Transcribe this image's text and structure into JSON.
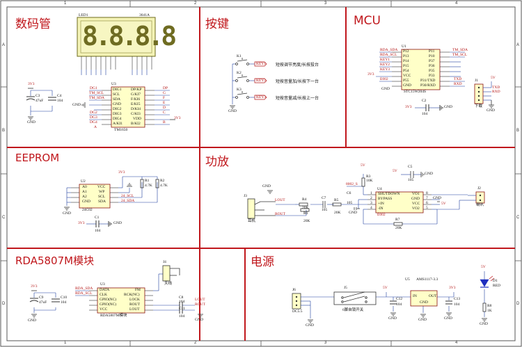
{
  "border": {
    "cols": [
      "1",
      "2",
      "3",
      "4"
    ],
    "rows": [
      "A",
      "B",
      "C",
      "D"
    ]
  },
  "sections": {
    "display": "数码管",
    "keys": "按键",
    "mcu": "MCU",
    "eeprom": "EEPROM",
    "amp": "功放",
    "radio": "RDA5807M模块",
    "power": "电源"
  },
  "display": {
    "led_ref": "LED1",
    "led_part": "3641A",
    "digits": "8.8.8.8",
    "u3_ref": "U3",
    "u3_part": "TM1650",
    "u3_left_pins": [
      "DIG1",
      "SCL",
      "SDA",
      "GND",
      "DIG2",
      "DIG3",
      "DIG4",
      "A/KI1"
    ],
    "u3_right_pins": [
      "DP/KP",
      "G/KI7",
      "F/KI6",
      "E/KI5",
      "D/KI4",
      "C/KI3",
      "VDD",
      "B/KI2"
    ],
    "left_nets": [
      "DG1",
      "TM_SCL",
      "TM_SDA",
      "GND",
      "DG2",
      "DG3",
      "DG4",
      "A"
    ],
    "right_nets": [
      "DP",
      "G",
      "F",
      "E",
      "D",
      "C",
      "3V3",
      "B"
    ],
    "c3_ref": "C3",
    "c3_val": "47uF",
    "c4_ref": "C4",
    "c4_val": "104",
    "vcc": "3V3",
    "gnd": "GND"
  },
  "keys": {
    "items": [
      {
        "ref": "K1",
        "net": "KEY1",
        "desc": "短按调节亮度/长按投台"
      },
      {
        "ref": "K2",
        "net": "KEY2",
        "desc": "短按音量加/长按下一台"
      },
      {
        "ref": "K3",
        "net": "KEY3",
        "desc": "短按音量减/长按上一台"
      }
    ],
    "gnd": "GND"
  },
  "mcu": {
    "ref": "U1",
    "part": "STC15W204S",
    "left_pins": [
      "P12",
      "P13",
      "P14",
      "P15",
      "P54",
      "VCC",
      "P55",
      "GND"
    ],
    "right_pins": [
      "P11",
      "P10",
      "P37",
      "P36",
      "P35",
      "P33",
      "P31/TXD",
      "P30/RXD"
    ],
    "left_nets": [
      "RDA_SDA",
      "RDA_SCL",
      "KEY1",
      "KEY2",
      "KEY3",
      "3V3",
      "E002",
      "GND"
    ],
    "right_nets": [
      "TM_SDA",
      "TM_SCL",
      "",
      "",
      "",
      "",
      "TXD",
      "RXD"
    ],
    "c2_ref": "C2",
    "c2_val": "104",
    "j1_ref": "J1",
    "j1_label": "下载",
    "j1_nets": [
      "5V",
      "TXD",
      "RXD",
      "GND"
    ]
  },
  "eeprom": {
    "ref": "U2",
    "part": "24C02",
    "left_pins": [
      "A0",
      "A1",
      "A2",
      "GND"
    ],
    "right_pins": [
      "VCC",
      "WP",
      "SCL",
      "SDA"
    ],
    "r1_ref": "R1",
    "r1_val": "4.7K",
    "r2_ref": "R2",
    "r2_val": "4.7K",
    "c1_ref": "C1",
    "c1_val": "104",
    "nets": [
      "3V3",
      "24_SCL",
      "24_SDA",
      "GND"
    ]
  },
  "amp": {
    "u4_ref": "U4",
    "u4_left_pins": [
      "SHUTDOWN",
      "BYPASS",
      "+IN",
      "-IN"
    ],
    "u4_right_pins": [
      "VO1",
      "GND",
      "VCC",
      "VO2"
    ],
    "u4_nums_left": [
      "1",
      "2",
      "3",
      "4"
    ],
    "u4_nums_right": [
      "8",
      "7",
      "6",
      "5"
    ],
    "j3_ref": "J3",
    "j3_label": "耳机",
    "j2_ref": "J2",
    "j2_label": "喇叭",
    "nets": [
      "LOUT",
      "ROUT",
      "8002_S",
      "E002",
      "5V",
      "GND"
    ],
    "r3_ref": "R3",
    "r3_val": "10K",
    "r4_ref": "R4",
    "r4_val": "20K",
    "r5_ref": "R5",
    "r5_val": "20K",
    "r6_ref": "R6",
    "r6_val": "20K",
    "r7_ref": "R7",
    "r7_val": "20K",
    "c5_ref": "C5",
    "c5_val": "105",
    "c6_ref": "C6",
    "c6_val": "105",
    "c7_ref": "C7",
    "c7_val": "105",
    "c8_ref": "C5",
    "c8_val": "105"
  },
  "radio": {
    "ref": "U3",
    "part": "RDA5807M模块",
    "left_pins": [
      "DATA",
      "CLK",
      "GPIO(NC)",
      "GPIO(NC)",
      "VCC"
    ],
    "right_pins": [
      "FM",
      "RCK(NC)",
      "LOCK",
      "ROUT",
      "LOUT"
    ],
    "left_nets": [
      "RDA_SDA",
      "RDA_SCL"
    ],
    "c9_ref": "C9",
    "c9_val": "47uF",
    "c10_ref": "C10",
    "c10_val": "104",
    "c8_ref": "C8",
    "c8_val": "104",
    "c11_ref": "C11",
    "c11_val": "104",
    "j4_ref": "J4",
    "j4_label": "天线",
    "out_nets": [
      "LOUT",
      "ROUT"
    ],
    "vcc": "3V3",
    "gnd": "GND"
  },
  "power": {
    "j6_ref": "J6",
    "j6_label": "DC5.5",
    "j5_ref": "J5",
    "j5_label": "6脚自锁开关",
    "u5_ref": "U5",
    "u5_part": "AMS1117-3.3",
    "u5_pins": [
      "IN",
      "GND",
      "OUT"
    ],
    "c12_ref": "C12",
    "c12_val": "104",
    "c13_ref": "C13",
    "c13_val": "104",
    "d1_ref": "D1",
    "d1_label": "RED",
    "r8_ref": "R8",
    "r8_val": "1K",
    "nets": [
      "5V",
      "3V3",
      "GND"
    ]
  }
}
